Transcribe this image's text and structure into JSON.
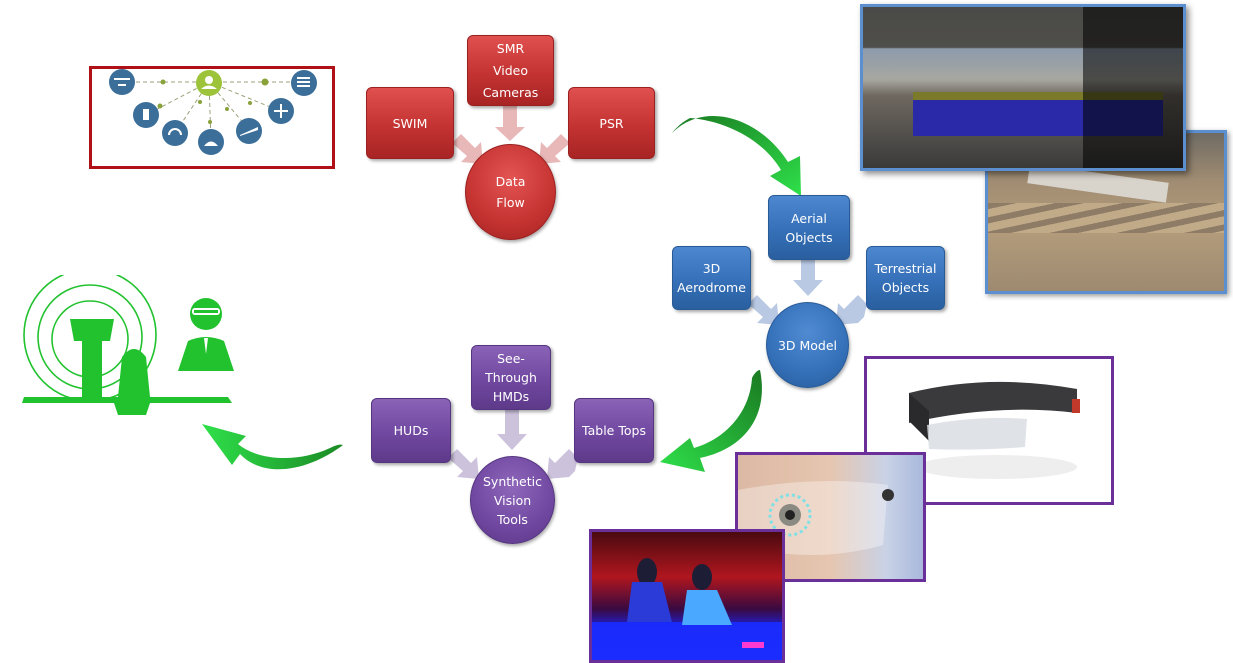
{
  "diagram": {
    "data_flow": {
      "center": "Data\nFlow",
      "inputs": [
        {
          "label": "SWIM"
        },
        {
          "label": "SMR\nVideo\nCameras"
        },
        {
          "label": "PSR"
        }
      ]
    },
    "model_3d": {
      "center": "3D Model",
      "inputs": [
        {
          "label": "3D\nAerodrome"
        },
        {
          "label": "Aerial\nObjects"
        },
        {
          "label": "Terrestrial\nObjects"
        }
      ]
    },
    "synthetic_vision": {
      "center": "Synthetic\nVision\nTools",
      "inputs": [
        {
          "label": "HUDs"
        },
        {
          "label": "See-Through\nHMDs"
        },
        {
          "label": "Table Tops"
        }
      ]
    }
  },
  "images": {
    "swim_network": "swim-network-icon-graphic",
    "tower_interior": "3d-control-tower-interior-render",
    "airport_3d": "3d-airport-model-render",
    "hololens": "see-through-hmd-headset-photo",
    "eye_hud": "eye-with-smart-glasses-photo",
    "table_top": "interactive-table-top-photo",
    "atc_controller": "green-atc-tower-controller-icon"
  },
  "colors": {
    "red": "#c33332",
    "blue": "#3570b8",
    "purple": "#7048a0",
    "green_arrow": "#22c43a",
    "frame_red": "#b01116",
    "frame_blue": "#5b8fd0",
    "frame_purple": "#6b2f99"
  }
}
